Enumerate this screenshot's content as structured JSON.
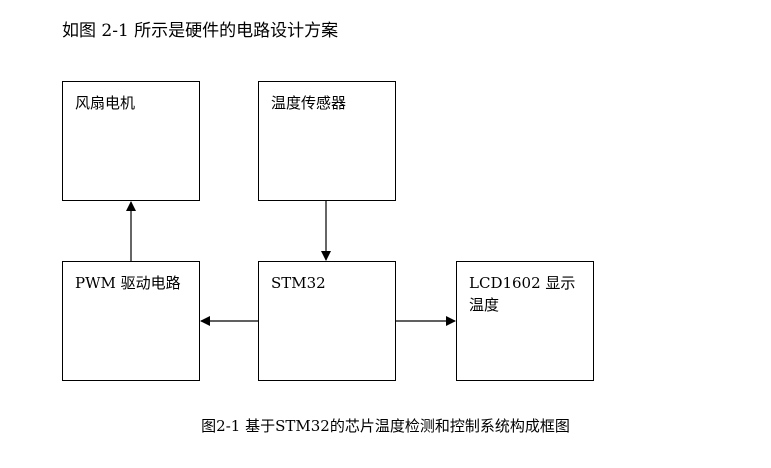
{
  "intro_text": "如图 2-1 所示是硬件的电路设计方案",
  "blocks": {
    "fan": "风扇电机",
    "sensor": "温度传感器",
    "pwm": "PWM 驱动电路",
    "mcu": "STM32",
    "lcd": "LCD1602  显示温度"
  },
  "connections": [
    {
      "from": "sensor",
      "to": "mcu"
    },
    {
      "from": "mcu",
      "to": "pwm"
    },
    {
      "from": "mcu",
      "to": "lcd"
    },
    {
      "from": "pwm",
      "to": "fan"
    }
  ],
  "caption": "图2-1 基于STM32的芯片温度检测和控制系统构成框图"
}
